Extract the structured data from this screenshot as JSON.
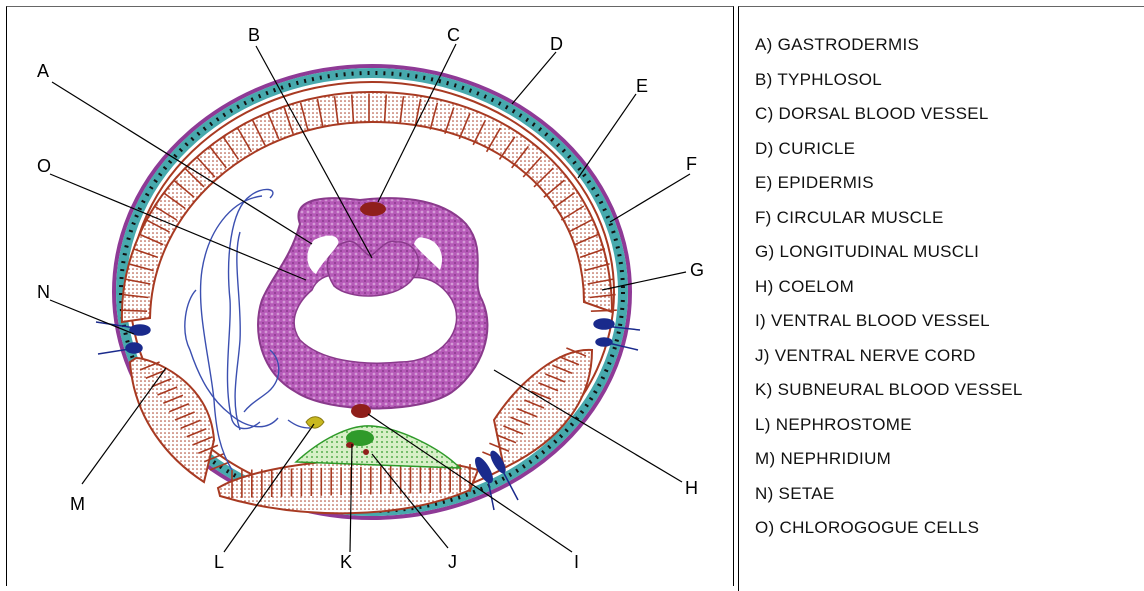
{
  "letters": [
    "A",
    "B",
    "C",
    "D",
    "E",
    "F",
    "G",
    "H",
    "I",
    "J",
    "K",
    "L",
    "M",
    "N",
    "O"
  ],
  "legend": [
    "A) GASTRODERMIS",
    "B) TYPHLOSOL",
    "C) DORSAL BLOOD VESSEL",
    "D) CURICLE",
    "E) EPIDERMIS",
    "F) CIRCULAR MUSCLE",
    "G) LONGITUDINAL MUSCLI",
    "H) COELOM",
    "I) VENTRAL BLOOD VESSEL",
    "J) VENTRAL NERVE CORD",
    "K) SUBNEURAL BLOOD VESSEL",
    "L) NEPHROSTOME",
    "M) NEPHRIDIUM",
    "N) SETAE",
    "O) CHLOROGOGUE CELLS"
  ],
  "colors": {
    "cuticle": "#8e3a96",
    "epidermis": "#47a9ad",
    "muscle": "#a83a22",
    "gut": "#b65ab8",
    "vessel": "#8f1f1a",
    "setae": "#1a2a8c",
    "nerve": "#2f9a2a",
    "nephridium": "#3b4fb0",
    "nephrostome": "#c8b820"
  }
}
